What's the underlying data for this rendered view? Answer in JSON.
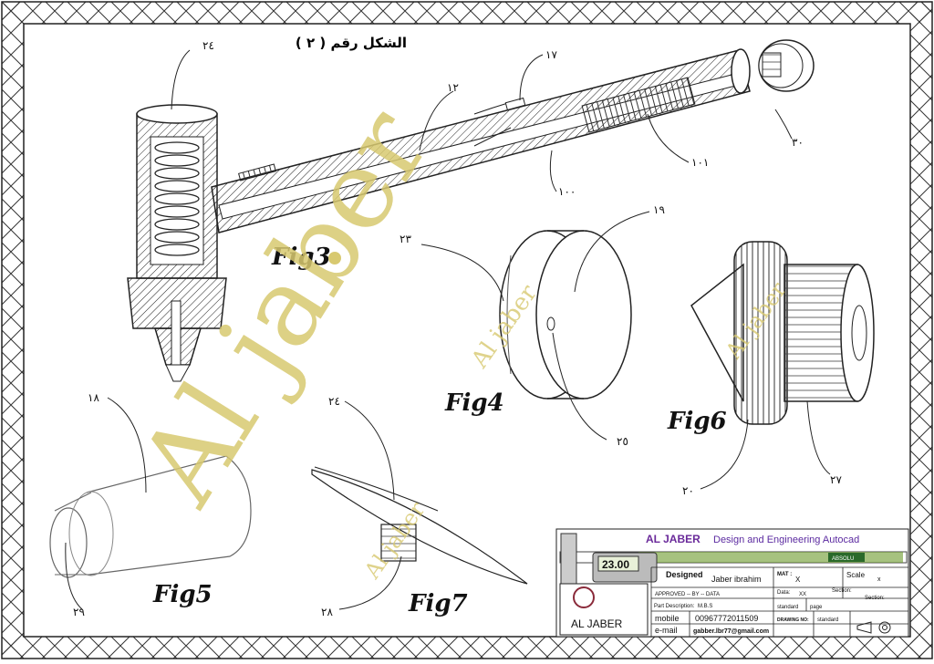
{
  "sheet_title": "الشكل رقم ( ٢ )",
  "figures": {
    "fig3": "Fig3",
    "fig4": "Fig4",
    "fig5": "Fig5",
    "fig6": "Fig6",
    "fig7": "Fig7"
  },
  "callouts": {
    "c24a": "٢٤",
    "c17": "١٧",
    "c12": "١٢",
    "c30": "٣٠",
    "c101": "١٠١",
    "c100": "١٠٠",
    "c19": "١٩",
    "c23": "٢٣",
    "c25": "٢٥",
    "c18": "١٨",
    "c24b": "٢٤",
    "c20": "٢٠",
    "c27": "٢٧",
    "c29": "٢٩",
    "c28": "٢٨"
  },
  "watermark": {
    "big": "Al jaber",
    "small": "Al jaber"
  },
  "title_block": {
    "company_header": "AL JABER",
    "company_subtitle": "Design and Engineering Autocad",
    "caliper_readout": "23.00",
    "logo_text": "AL JABER",
    "designed_label": "Designed",
    "designed_value": "Jaber ibrahim",
    "approved": "APPROVED -- BY -- DATA",
    "part_description_label": "Part Description:",
    "part_description_value": "M.B.S",
    "mobile_label": "mobile",
    "mobile_value": "00967772011509",
    "email_label": "e-mail",
    "email_value": "gabber.lbr77@gmail.com",
    "mat_label": "MAT :",
    "mat_value": "X",
    "scale_label": "Scale",
    "scale_value": "x",
    "data_label": "Data:",
    "data_value": "XX",
    "section_label_1": "Section:",
    "section_label_2": "Section:",
    "standard_1": "standard",
    "page_label": "page",
    "drawing_no_label": "DRAWING NO:",
    "standard_2": "standard",
    "brand_tag": "ABSOLU"
  }
}
